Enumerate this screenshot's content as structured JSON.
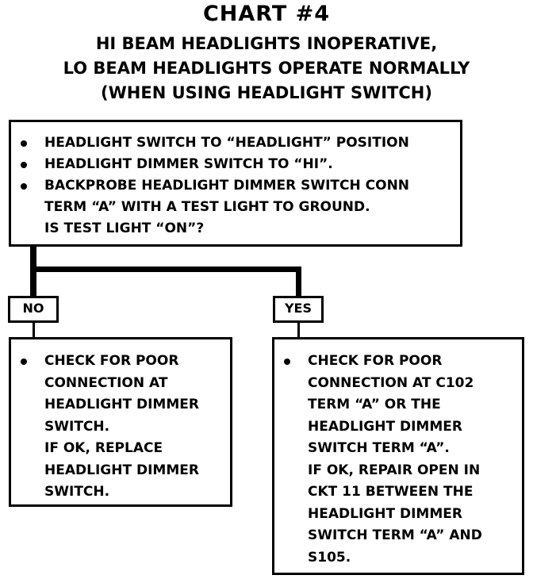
{
  "chart": {
    "title": "CHART #4",
    "subtitle_lines": [
      "HI BEAM HEADLIGHTS INOPERATIVE,",
      "LO BEAM HEADLIGHTS OPERATE NORMALLY",
      "(WHEN USING HEADLIGHT SWITCH)"
    ]
  },
  "test_box": {
    "steps": [
      "HEADLIGHT SWITCH TO “HEADLIGHT” POSITION",
      "HEADLIGHT DIMMER SWITCH TO “HI”.",
      "BACKPROBE HEADLIGHT DIMMER SWITCH CONN\nTERM “A” WITH A TEST LIGHT TO GROUND.\nIS TEST LIGHT “ON”?"
    ]
  },
  "branches": {
    "no": {
      "label": "NO",
      "action": "CHECK FOR POOR\nCONNECTION AT\nHEADLIGHT DIMMER\nSWITCH.\nIF OK, REPLACE\nHEADLIGHT DIMMER\nSWITCH."
    },
    "yes": {
      "label": "YES",
      "action": "CHECK FOR POOR\nCONNECTION AT C102\nTERM “A” OR THE\nHEADLIGHT DIMMER\nSWITCH TERM “A”.\nIF OK, REPAIR OPEN IN\nCKT 11 BETWEEN THE\nHEADLIGHT DIMMER\nSWITCH TERM “A” AND\nS105."
    }
  }
}
